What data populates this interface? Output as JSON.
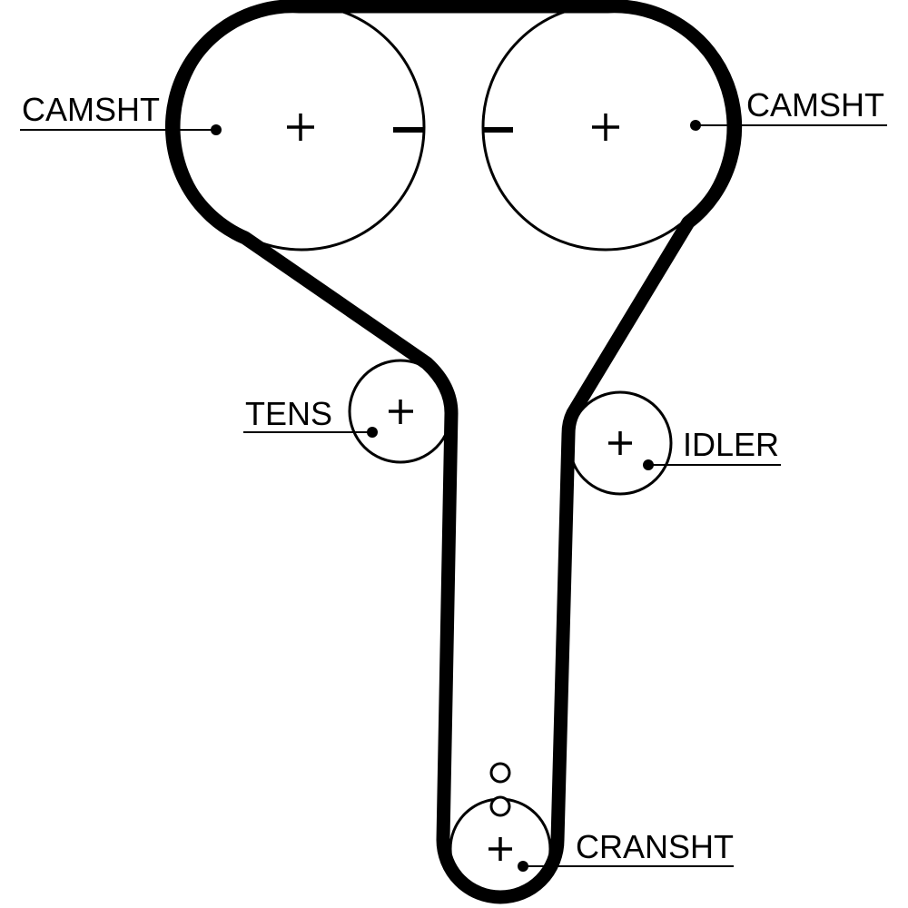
{
  "labels": {
    "camshaft_left": "CAMSHT",
    "camshaft_right": "CAMSHT",
    "tensioner": "TENS",
    "idler": "IDLER",
    "crankshaft": "CRANSHT"
  },
  "colors": {
    "belt": "#000000",
    "pulley_fill": "#ffffff",
    "background": "#ffffff"
  }
}
